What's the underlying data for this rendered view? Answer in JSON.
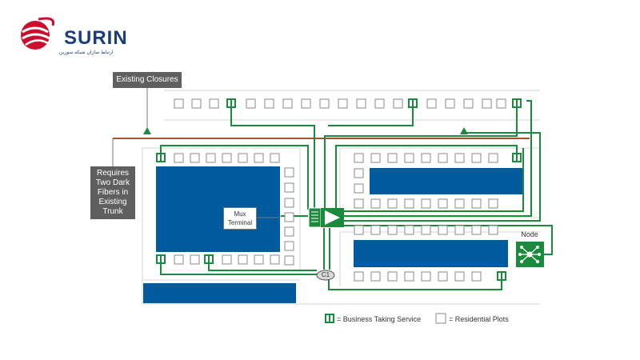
{
  "brand": {
    "name": "SURIN",
    "tagline": "ارتباط سازان شبکه سورین",
    "primary_color": "#c8102e",
    "secondary_color": "#1a3d7c"
  },
  "colors": {
    "fiber": "#1a8a3c",
    "building": "#005b9e",
    "trunk": "#a0522d",
    "road": "#d0d0d0",
    "label_bg": "#5f5f5f"
  },
  "labels": {
    "existing_closures": "Existing Closures",
    "trunk_note": "Requires\nTwo Dark\nFibers in\nExisting\nTrunk",
    "mux_terminal": "Mux\nTerminal",
    "closure": "C1",
    "node": "Node"
  },
  "legend": {
    "business": "= Business Taking Service",
    "residential": "= Residential Plots"
  }
}
